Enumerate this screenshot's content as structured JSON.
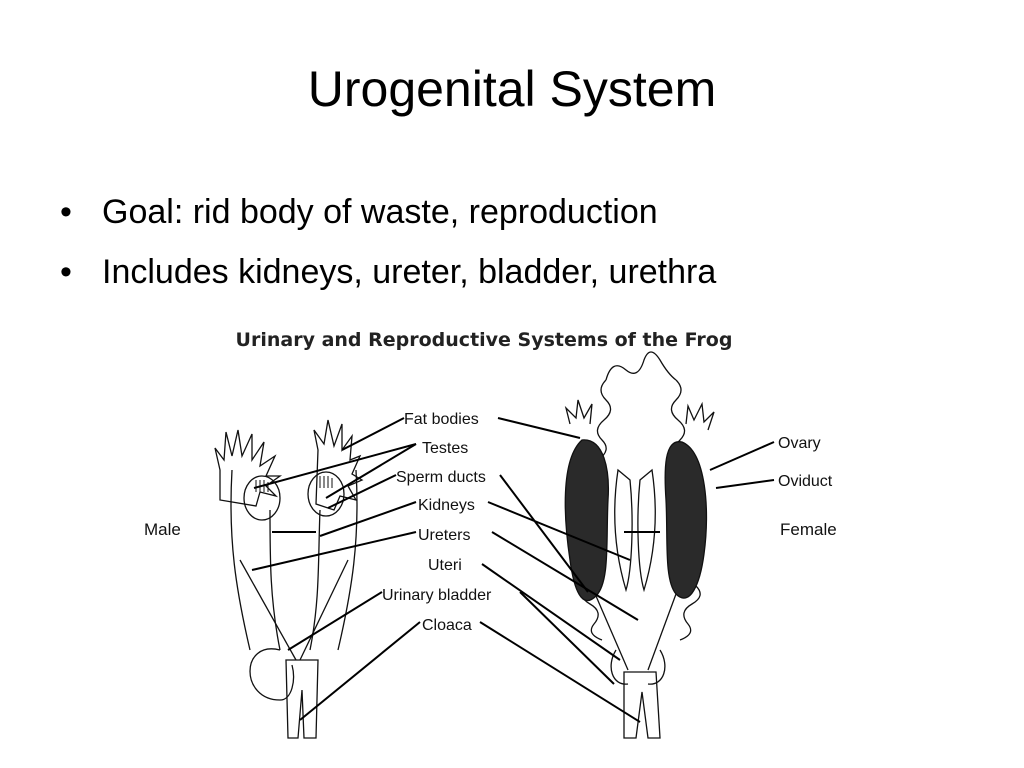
{
  "slide": {
    "title": "Urogenital System",
    "bullets": [
      "Goal: rid body of waste, reproduction",
      "Includes kidneys, ureter, bladder, urethra"
    ],
    "bullet_glyph": "•"
  },
  "diagram": {
    "title": "Urinary and Reproductive Systems of the Frog",
    "side_labels": {
      "male": "Male",
      "female": "Female"
    },
    "center_labels": [
      "Fat bodies",
      "Testes",
      "Sperm ducts",
      "Kidneys",
      "Ureters",
      "Uteri",
      "Urinary bladder",
      "Cloaca"
    ],
    "female_labels": [
      "Ovary",
      "Oviduct"
    ],
    "colors": {
      "ink": "#111111",
      "organ_fill": "#2a2a2a"
    }
  }
}
